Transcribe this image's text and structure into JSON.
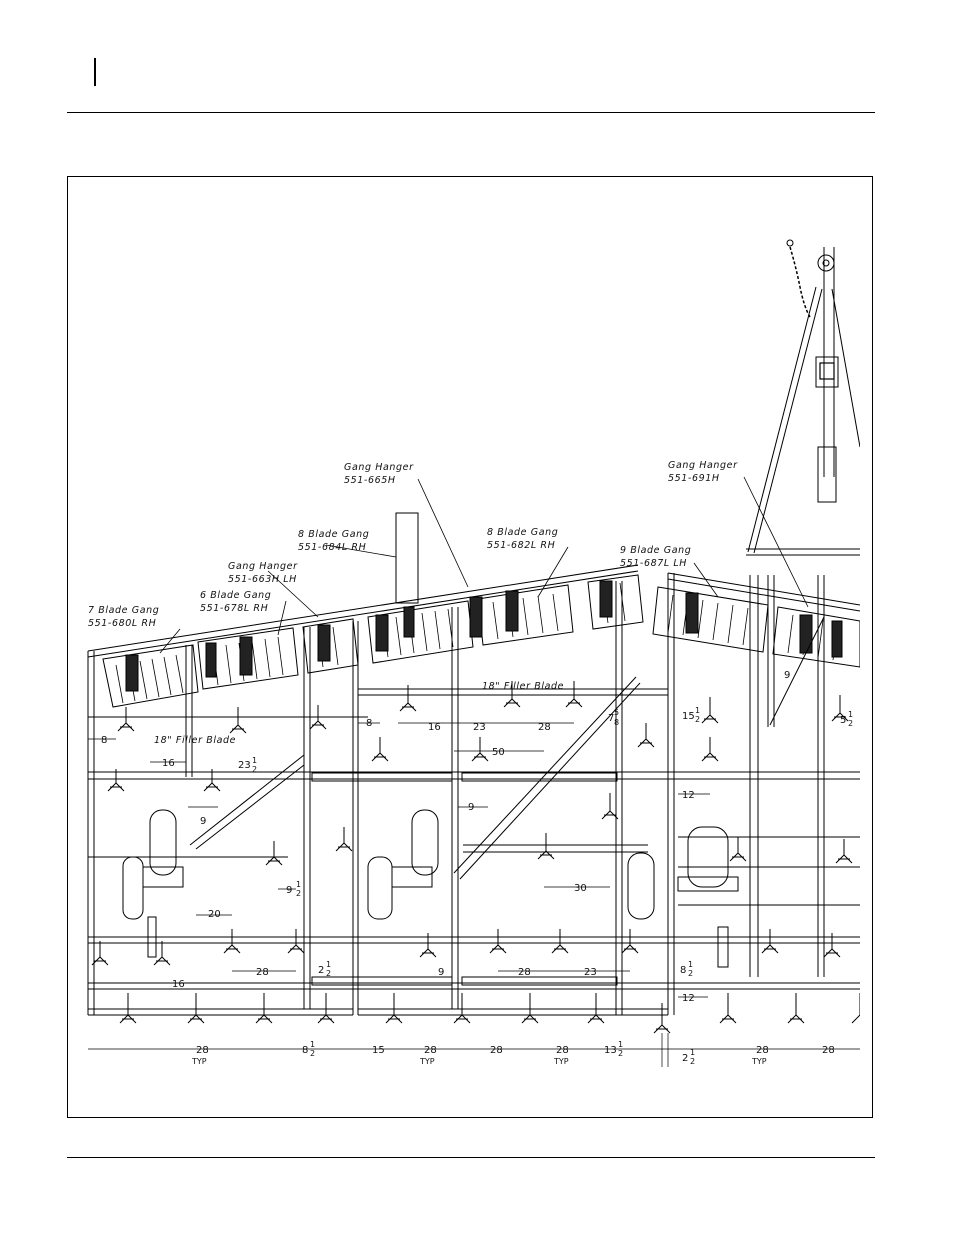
{
  "callouts": [
    {
      "line1": "Gang Hanger",
      "line2": "551-665H"
    },
    {
      "line1": "Gang Hanger",
      "line2": "551-691H"
    },
    {
      "line1": "8 Blade Gang",
      "line2": "551-684L RH"
    },
    {
      "line1": "8 Blade Gang",
      "line2": "551-682L RH"
    },
    {
      "line1": "Gang Hanger",
      "line2": "551-663H LH"
    },
    {
      "line1": "6 Blade Gang",
      "line2": "551-678L RH"
    },
    {
      "line1": "9 Blade Gang",
      "line2": "551-687L LH"
    },
    {
      "line1": "7 Blade Gang",
      "line2": "551-680L RH"
    }
  ],
  "filler_labels": [
    "18\" Filler Blade",
    "18\" Filler Blade"
  ],
  "dims": {
    "d8a": "8",
    "d8b": "8",
    "d16a": "16",
    "d16b": "16",
    "d23": "23",
    "d28a": "28",
    "d23h": "23",
    "d50": "50",
    "d9a": "9",
    "d9b": "9",
    "d9c": "9",
    "d9d": "9",
    "d9e": "9",
    "d7": "7",
    "d15": "15",
    "d5": "5",
    "d12a": "12",
    "d12b": "12",
    "d20": "20",
    "d30": "30",
    "d28b": "28",
    "d28c": "28",
    "d23b": "23",
    "d2a": "2",
    "d8c": "8",
    "b28a": "28",
    "b8": "8",
    "b15": "15",
    "b28b": "28",
    "b28c": "28",
    "b28d": "28",
    "b13": "13",
    "b2": "2",
    "b28e": "28",
    "b28f": "28",
    "typ": "TYP",
    "half": "1",
    "halfden": "2",
    "frac5": "5",
    "frac8": "8"
  }
}
